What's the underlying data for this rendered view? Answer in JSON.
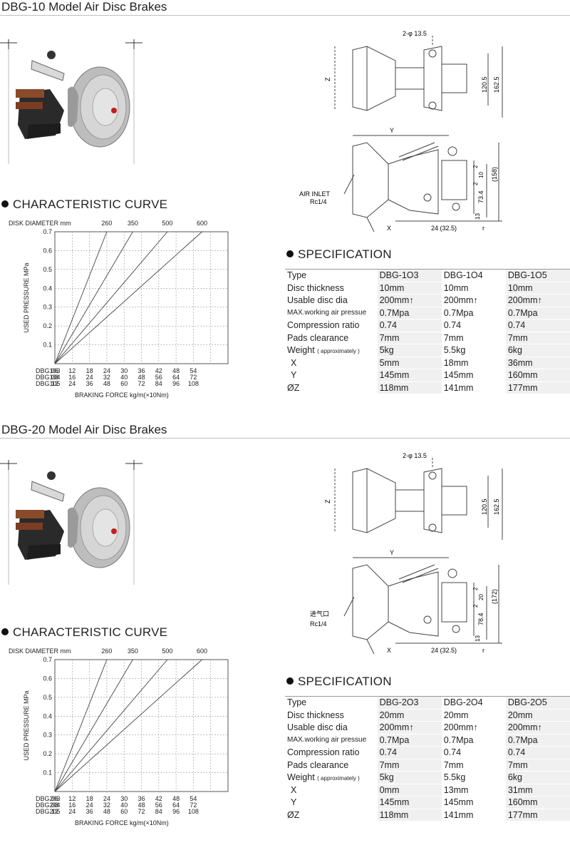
{
  "sections": [
    {
      "title": "DBG-10 Model Air Disc Brakes",
      "curve_heading": "CHARACTERISTIC CURVE",
      "spec_heading": "SPECIFICATION",
      "drawing": {
        "hole_label": "2-φ 13.5",
        "dim_z": "Z",
        "dim_y": "Y",
        "dim_x": "X",
        "dim_r": "r",
        "dim_1205": "120.5",
        "dim_1625": "162.5",
        "dim_2": "2",
        "dim_10": "10",
        "dim_2b": "2",
        "dim_height": "(158)",
        "dim_734": "73.4",
        "dim_13": "13",
        "dim_24": "24 (32.5)",
        "air_inlet_1": "AIR INLET",
        "air_inlet_2": "Rc1/4"
      },
      "chart_data": {
        "type": "line",
        "title": "",
        "disk_diameter_label": "DISK DIAMETER mm",
        "series_labels": [
          "260",
          "350",
          "500",
          "600"
        ],
        "ylabel": "USED PRESSURE MPa",
        "xlabel": "BRAKING FORCE kg/m(×10Nm)",
        "yticks": [
          "0.1",
          "0.2",
          "0.3",
          "0.4",
          "0.5",
          "0.6",
          "0.7"
        ],
        "ylim": [
          0,
          0.7
        ],
        "xlim": [
          0,
          10
        ],
        "grid": true,
        "series": [
          {
            "name": "260",
            "x": [
              0,
              3
            ],
            "y": [
              0,
              0.7
            ]
          },
          {
            "name": "350",
            "x": [
              0,
              4.5
            ],
            "y": [
              0,
              0.7
            ]
          },
          {
            "name": "500",
            "x": [
              0,
              6.5
            ],
            "y": [
              0,
              0.7
            ]
          },
          {
            "name": "600",
            "x": [
              0,
              8.5
            ],
            "y": [
              0,
              0.7
            ]
          }
        ],
        "model_rows": [
          {
            "model": "DBG103",
            "values": [
              "06",
              "12",
              "18",
              "24",
              "30",
              "36",
              "42",
              "48",
              "54"
            ]
          },
          {
            "model": "DBG104",
            "values": [
              "08",
              "16",
              "24",
              "32",
              "40",
              "48",
              "56",
              "64",
              "72"
            ]
          },
          {
            "model": "DBG105",
            "values": [
              "12",
              "24",
              "36",
              "48",
              "60",
              "72",
              "84",
              "96",
              "108"
            ]
          }
        ]
      },
      "spec_table": {
        "headers": [
          "Type",
          "DBG-1O3",
          "DBG-1O4",
          "DBG-1O5"
        ],
        "rows": [
          {
            "label": "Disc thickness",
            "values": [
              "10mm",
              "10mm",
              "10mm"
            ]
          },
          {
            "label": "Usable disc dia",
            "values": [
              "200mm↑",
              "200mm↑",
              "200mm↑"
            ]
          },
          {
            "label": "MAX.working air pressue",
            "values": [
              "0.7Mpa",
              "0.7Mpa",
              "0.7Mpa"
            ]
          },
          {
            "label": "Compression ratio",
            "values": [
              "0.74",
              "0.74",
              "0.74"
            ]
          },
          {
            "label": "Pads clearance",
            "values": [
              "7mm",
              "7mm",
              "7mm"
            ]
          },
          {
            "label": "Weight",
            "note": "( approximately )",
            "values": [
              "5kg",
              "5.5kg",
              "6kg"
            ]
          },
          {
            "label": "X",
            "values": [
              "5mm",
              "18mm",
              "36mm"
            ]
          },
          {
            "label": "Y",
            "values": [
              "145mm",
              "145mm",
              "160mm"
            ]
          },
          {
            "label": "ØZ",
            "values": [
              "118mm",
              "141mm",
              "177mm"
            ]
          }
        ]
      }
    },
    {
      "title": "DBG-20 Model Air Disc Brakes",
      "curve_heading": "CHARACTERISTIC CURVE",
      "spec_heading": "SPECIFICATION",
      "drawing": {
        "hole_label": "2-φ 13.5",
        "dim_z": "Z",
        "dim_y": "Y",
        "dim_x": "X",
        "dim_r": "r",
        "dim_1205": "120.5",
        "dim_1625": "162.5",
        "dim_2": "2",
        "dim_10": "20",
        "dim_2b": "2",
        "dim_height": "(172)",
        "dim_734": "78.4",
        "dim_13": "13",
        "dim_24": "24 (32.5)",
        "air_inlet_1": "进气口",
        "air_inlet_2": "Rc1/4"
      },
      "chart_data": {
        "type": "line",
        "title": "",
        "disk_diameter_label": "DISK DIAMETER mm",
        "series_labels": [
          "260",
          "350",
          "500",
          "600"
        ],
        "ylabel": "USED PRESSURE MPa",
        "xlabel": "BRAKING FORCE kg/m(×10Nm)",
        "yticks": [
          "0.1",
          "0.2",
          "0.3",
          "0.4",
          "0.5",
          "0.6",
          "0.7"
        ],
        "ylim": [
          0,
          0.7
        ],
        "xlim": [
          0,
          10
        ],
        "grid": true,
        "series": [
          {
            "name": "260",
            "x": [
              0,
              3
            ],
            "y": [
              0,
              0.7
            ]
          },
          {
            "name": "350",
            "x": [
              0,
              4.5
            ],
            "y": [
              0,
              0.7
            ]
          },
          {
            "name": "500",
            "x": [
              0,
              6.5
            ],
            "y": [
              0,
              0.7
            ]
          },
          {
            "name": "600",
            "x": [
              0,
              8.5
            ],
            "y": [
              0,
              0.7
            ]
          }
        ],
        "model_rows": [
          {
            "model": "DBG203",
            "values": [
              "06",
              "12",
              "18",
              "24",
              "30",
              "36",
              "42",
              "48",
              "54"
            ]
          },
          {
            "model": "DBG204",
            "values": [
              "08",
              "16",
              "24",
              "32",
              "40",
              "48",
              "56",
              "64",
              "72"
            ]
          },
          {
            "model": "DBG205",
            "values": [
              "12",
              "24",
              "36",
              "48",
              "60",
              "72",
              "84",
              "96",
              "108"
            ]
          }
        ]
      },
      "spec_table": {
        "headers": [
          "Type",
          "DBG-2O3",
          "DBG-2O4",
          "DBG-2O5"
        ],
        "rows": [
          {
            "label": "Disc thickness",
            "values": [
              "20mm",
              "20mm",
              "20mm"
            ]
          },
          {
            "label": "Usable disc dia",
            "values": [
              "200mm↑",
              "200mm↑",
              "200mm↑"
            ]
          },
          {
            "label": "MAX.working air pressue",
            "values": [
              "0.7Mpa",
              "0.7Mpa",
              "0.7Mpa"
            ]
          },
          {
            "label": "Compression ratio",
            "values": [
              "0.74",
              "0.74",
              "0.74"
            ]
          },
          {
            "label": "Pads clearance",
            "values": [
              "7mm",
              "7mm",
              "7mm"
            ]
          },
          {
            "label": "Weight",
            "note": "( approximately )",
            "values": [
              "5kg",
              "5.5kg",
              "6kg"
            ]
          },
          {
            "label": "X",
            "values": [
              "0mm",
              "13mm",
              "31mm"
            ]
          },
          {
            "label": "Y",
            "values": [
              "145mm",
              "145mm",
              "160mm"
            ]
          },
          {
            "label": "ØZ",
            "values": [
              "118mm",
              "141mm",
              "177mm"
            ]
          }
        ]
      }
    }
  ]
}
